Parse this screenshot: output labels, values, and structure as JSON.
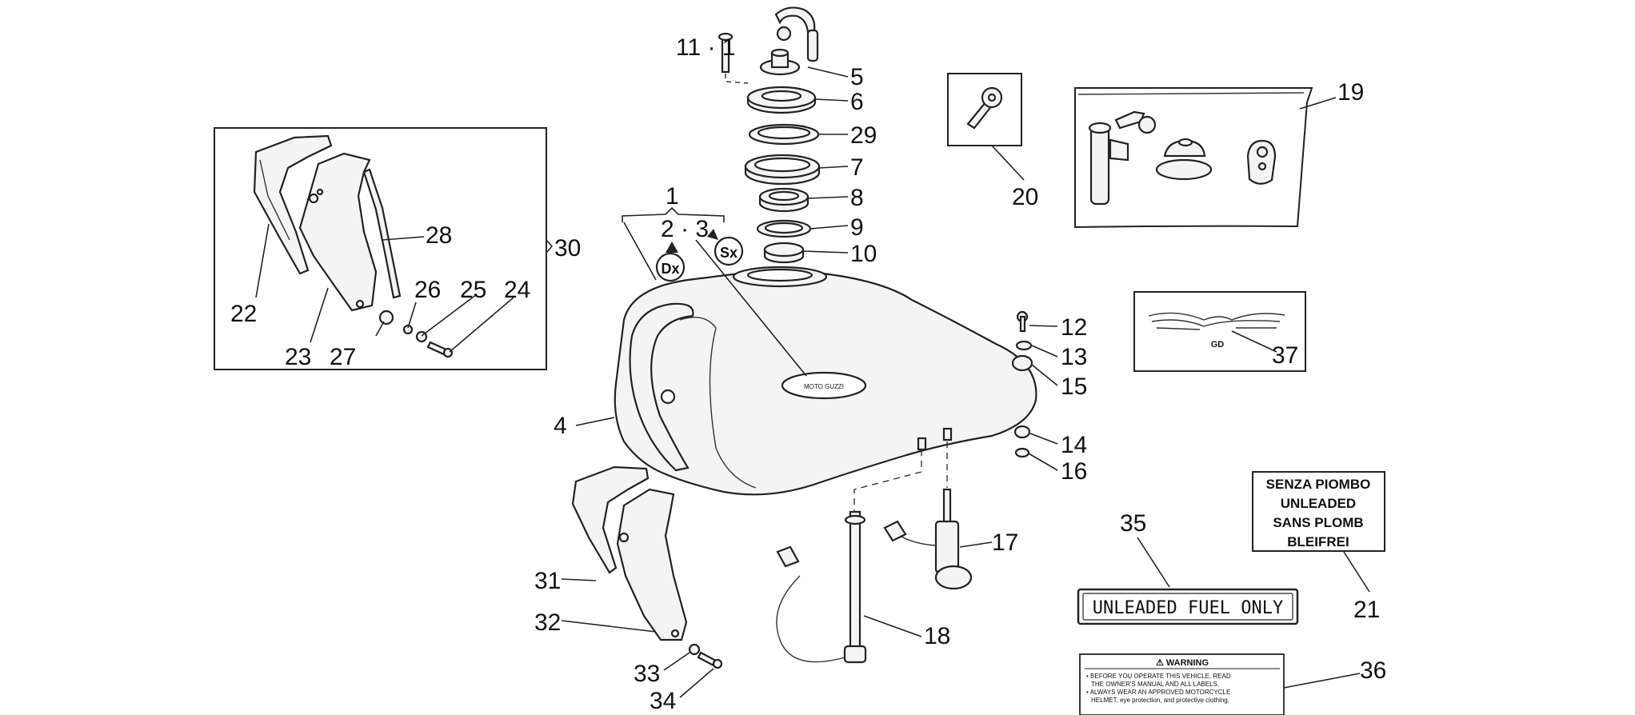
{
  "callouts": {
    "c1": "1",
    "c2_3": "2 · 3",
    "c4": "4",
    "c5": "5",
    "c6": "6",
    "c7": "7",
    "c8": "8",
    "c9": "9",
    "c10": "10",
    "c11": "11 · 1",
    "c12": "12",
    "c13": "13",
    "c14": "14",
    "c15": "15",
    "c16": "16",
    "c17": "17",
    "c18": "18",
    "c19": "19",
    "c20": "20",
    "c21": "21",
    "c22": "22",
    "c23": "23",
    "c24": "24",
    "c25": "25",
    "c26": "26",
    "c27": "27",
    "c28": "28",
    "c29": "29",
    "c30": "30",
    "c31": "31",
    "c32": "32",
    "c33": "33",
    "c34": "34",
    "c35": "35",
    "c36": "36",
    "c37": "37"
  },
  "markers": {
    "dx": "Dx",
    "sx": "Sx"
  },
  "decal_fuel_warning": {
    "line1": "SENZA PIOMBO",
    "line2": "UNLEADED",
    "line3": "SANS PLOMB",
    "line4": "BLEIFREI"
  },
  "decal_unleaded": "UNLEADED FUEL ONLY",
  "decal_safety": {
    "heading": "⚠ WARNING",
    "line1": "• BEFORE YOU OPERATE THIS VEHICLE, READ",
    "line2": "THE OWNER'S MANUAL AND ALL LABELS.",
    "line3": "• ALWAYS WEAR AN APPROVED MOTORCYCLE",
    "line4": "HELMET, eye protection, and protective clothing."
  },
  "tank_logo": "MOTO GUZZI",
  "eagle_logo_text": "GD"
}
